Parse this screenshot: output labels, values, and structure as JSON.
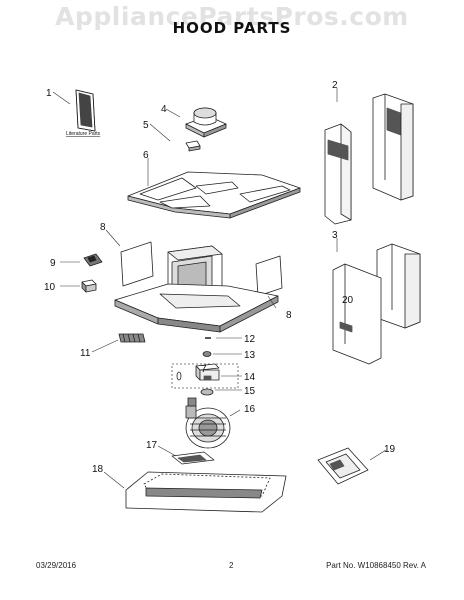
{
  "watermark": "AppliancePartsPros.com",
  "title": "HOOD PARTS",
  "footer": {
    "date": "03/29/2016",
    "page": "2",
    "part_info": "Part No. W10868450  Rev. A"
  },
  "labels": {
    "literature": "Literature Parts",
    "panel_number": "20"
  },
  "callouts": [
    {
      "id": "c1",
      "text": "1"
    },
    {
      "id": "c2",
      "text": "2"
    },
    {
      "id": "c3",
      "text": "3"
    },
    {
      "id": "c4",
      "text": "4"
    },
    {
      "id": "c5",
      "text": "5"
    },
    {
      "id": "c6",
      "text": "6"
    },
    {
      "id": "c7",
      "text": "7"
    },
    {
      "id": "c8a",
      "text": "8"
    },
    {
      "id": "c8b",
      "text": "8"
    },
    {
      "id": "c9",
      "text": "9"
    },
    {
      "id": "c10",
      "text": "10"
    },
    {
      "id": "c11",
      "text": "11"
    },
    {
      "id": "c12",
      "text": "12"
    },
    {
      "id": "c13",
      "text": "13"
    },
    {
      "id": "c14",
      "text": "14"
    },
    {
      "id": "c15",
      "text": "15"
    },
    {
      "id": "c16",
      "text": "16"
    },
    {
      "id": "c17",
      "text": "17"
    },
    {
      "id": "c18",
      "text": "18"
    },
    {
      "id": "c19",
      "text": "19"
    }
  ]
}
